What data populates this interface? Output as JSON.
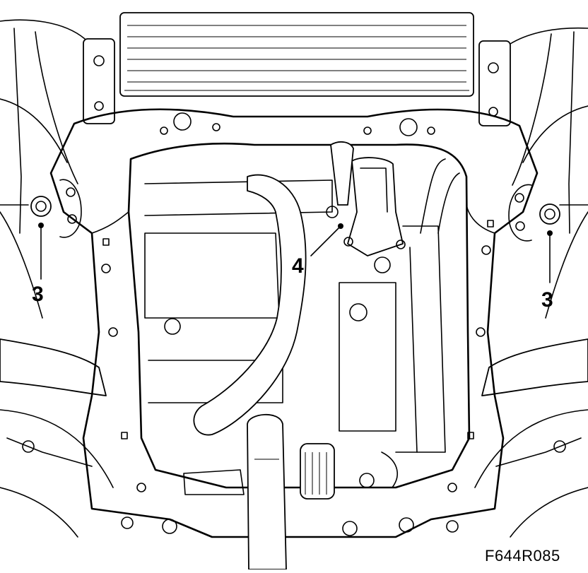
{
  "callouts": {
    "left_3": "3",
    "right_3": "3",
    "part_4": "4"
  },
  "figure_code": "F644R085",
  "colors": {
    "ink": "#000000",
    "paper": "#ffffff"
  }
}
